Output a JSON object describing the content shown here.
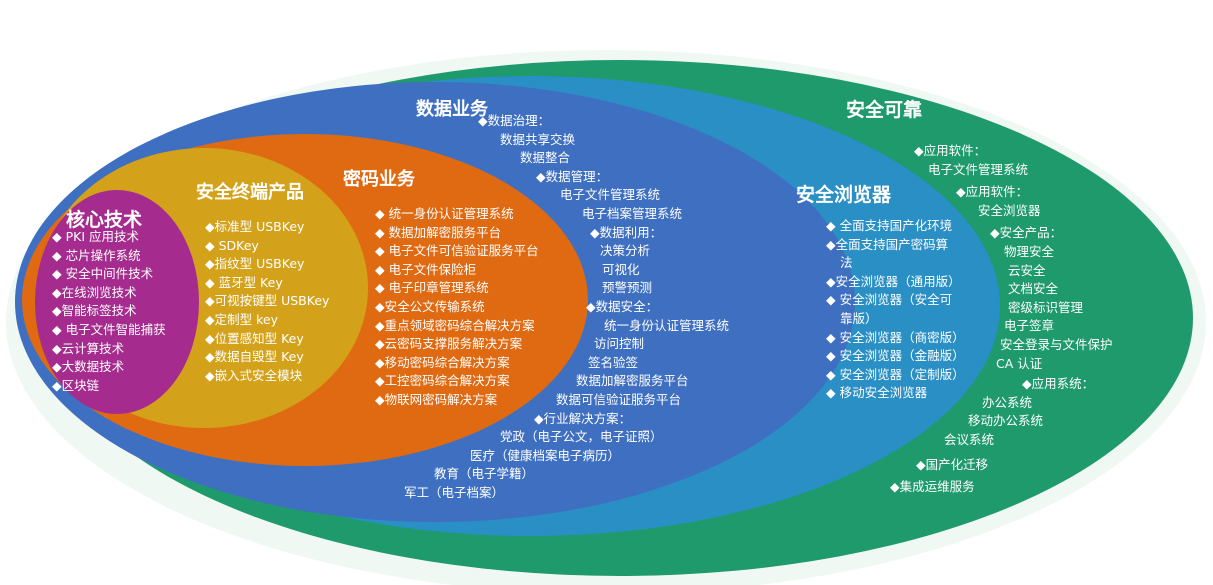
{
  "colors": {
    "outer": "#f0f8f4",
    "security": "#1f9a6d",
    "browser": "#2a8fc4",
    "data": "#3f6fc0",
    "crypto": "#e06a12",
    "terminal": "#d3a21a",
    "core": "#a52c8e"
  },
  "core": {
    "title": "核心技术",
    "items": [
      "◆ PKI 应用技术",
      "◆ 芯片操作系统",
      "◆ 安全中间件技术",
      "◆在线浏览技术",
      "◆智能标签技术",
      "◆ 电子文件智能捕获",
      "◆云计算技术",
      "◆大数据技术",
      "◆区块链"
    ]
  },
  "terminal": {
    "title": "安全终端产品",
    "items": [
      "◆标准型 USBKey",
      "◆ SDKey",
      "◆指纹型 USBKey",
      "◆ 蓝牙型 Key",
      "◆可视按键型 USBKey",
      "◆定制型 key",
      "◆位置感知型 Key",
      "◆数据自毁型 Key",
      "◆嵌入式安全模块"
    ]
  },
  "crypto": {
    "title": "密码业务",
    "items": [
      "◆ 统一身份认证管理系统",
      "◆ 数据加解密服务平台",
      "◆ 电子文件可信验证服务平台",
      "◆ 电子文件保险柜",
      "◆ 电子印章管理系统",
      "◆安全公文传输系统",
      "◆重点领域密码综合解决方案",
      "◆云密码支撑服务解决方案",
      "◆移动密码综合解决方案",
      "◆工控密码综合解决方案",
      "◆物联网密码解决方案"
    ]
  },
  "data": {
    "title": "数据业务",
    "lines": [
      "◆数据治理：",
      "数据共享交换",
      "数据整合",
      "◆数据管理：",
      "电子文件管理系统",
      "电子档案管理系统",
      "◆数据利用：",
      "决策分析",
      "可视化",
      "预警预测",
      "◆数据安全：",
      "统一身份认证管理系统",
      "访问控制",
      "签名验签",
      "数据加解密服务平台",
      "数据可信验证服务平台",
      "◆行业解决方案：",
      "党政（电子公文，电子证照）",
      "医疗（健康档案电子病历）",
      "教育（电子学籍）",
      "军工（电子档案）"
    ]
  },
  "browser": {
    "title": "安全浏览器",
    "items": [
      "◆ 全面支持国产化环境",
      "◆全面支持国产密码算",
      "法",
      "◆安全浏览器（通用版）",
      "◆ 安全浏览器（安全可",
      "靠版）",
      "◆ 安全浏览器（商密版）",
      "◆ 安全浏览器（金融版）",
      "◆ 安全浏览器（定制版）",
      "◆ 移动安全浏览器"
    ]
  },
  "security": {
    "title": "安全可靠",
    "lines": [
      "◆应用软件：",
      "电子文件管理系统",
      "◆应用软件：",
      "安全浏览器",
      "◆安全产品：",
      "物理安全",
      "云安全",
      "文档安全",
      "密级标识管理",
      "电子签章",
      "安全登录与文件保护",
      "CA 认证",
      "◆应用系统：",
      "办公系统",
      "移动办公系统",
      "会议系统",
      "◆国产化迁移",
      "◆集成运维服务"
    ]
  }
}
